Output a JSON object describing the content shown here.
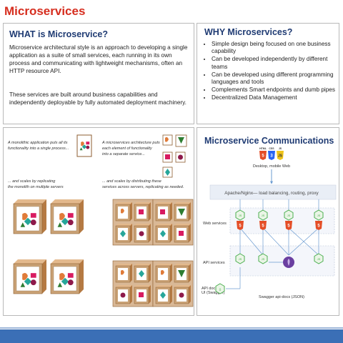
{
  "slide": {
    "title": "Microservices"
  },
  "what": {
    "heading": "WHAT is Microservice?",
    "p1": "Microservice architectural style is an approach to developing a single application as a suite of small services, each running in its own process and communicating with lightweight mechanisms, often an HTTP resource API.",
    "p2": "These services are built around business capabilities and independently deployable by fully automated deployment machinery."
  },
  "why": {
    "heading": "WHY Microservices?",
    "items": [
      "Simple design being focused on one business capability",
      "Can be developed independently by different teams",
      "Can be developed using different programming languages and tools",
      "Complements Smart endpoints and dumb pipes",
      "Decentralized Data Management"
    ]
  },
  "scaling": {
    "monolith_caption_1": "A monolithic application puts all its functionality into a single process...",
    "micro_caption_1": "A microservices architecture puts each element of functionality into a separate service...",
    "monolith_caption_2": "... and scales by replicating the monolith on multiple servers",
    "micro_caption_2": "... and scales by distributing these services across servers, replicating as needed."
  },
  "comm": {
    "heading": "Microservice Communications",
    "clients_label": "Desktop, mobile Web",
    "client_badges": [
      "HTML",
      "CSS",
      "JS"
    ],
    "gateway_label": "Apache/Nginx— load balancing, routing, proxy",
    "web_services_label": "Web services",
    "api_services_label": "API services",
    "api_doc_label": "API doc UI (Swagger)",
    "swagger_label": "Swagger api-docs (JSON)"
  },
  "colors": {
    "title_red": "#d62e1f",
    "heading_navy": "#1f3b73",
    "footer_blue": "#3b6fb6",
    "node_green": "#4caf50",
    "html_orange": "#e44d26",
    "css_blue": "#2965f1",
    "js_yellow": "#f0c419",
    "mongo_purple": "#6a3fa0"
  }
}
